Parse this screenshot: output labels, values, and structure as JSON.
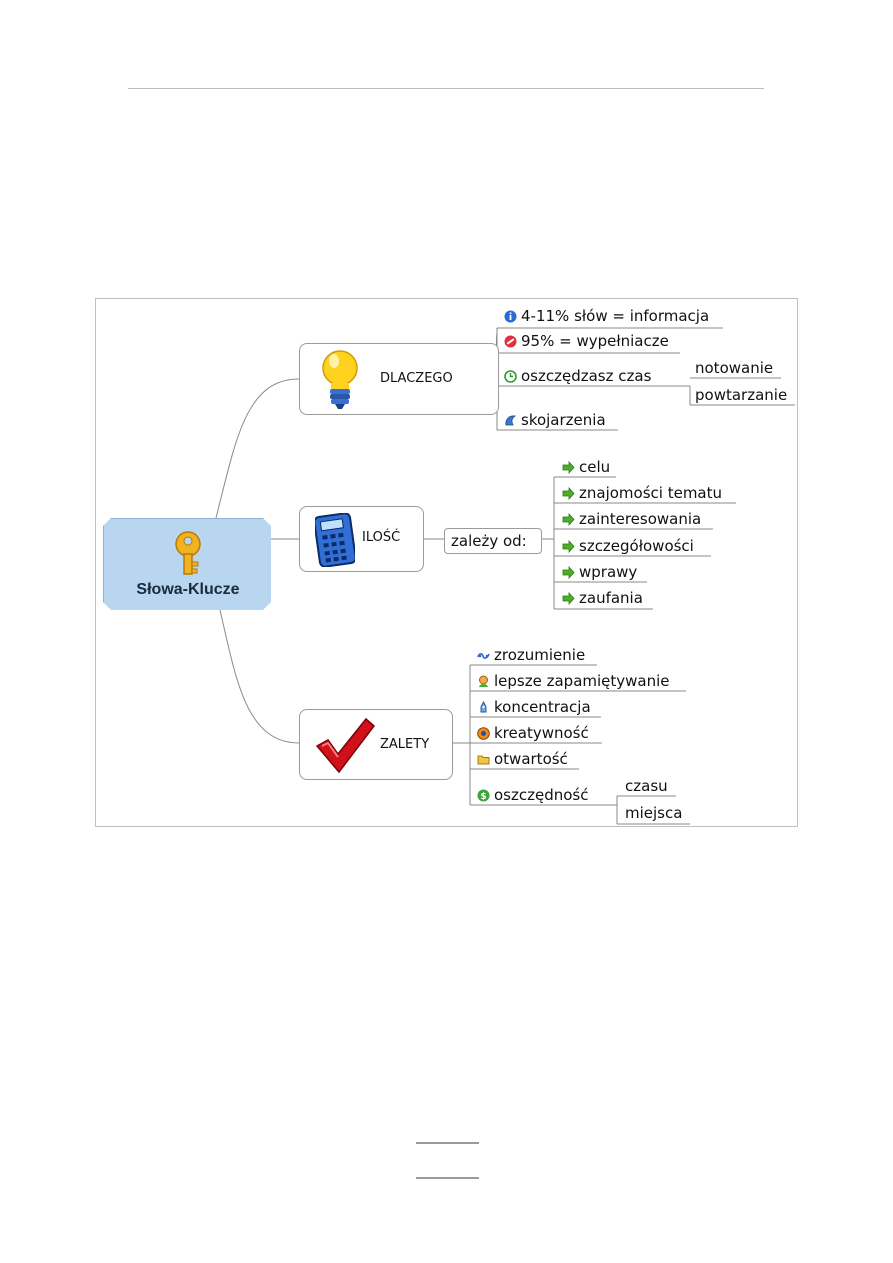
{
  "center": {
    "label": "Słowa-Klucze",
    "icon": "key-icon"
  },
  "branches": {
    "dlaczego": {
      "label": "DLACZEGO",
      "icon": "lightbulb-icon",
      "items": [
        "4-11% słów = informacja",
        "95% = wypełniacze",
        "oszczędzasz czas",
        "skojarzenia"
      ],
      "sub": [
        "notowanie",
        "powtarzanie"
      ]
    },
    "ilosc": {
      "label": "ILOŚĆ",
      "icon": "calculator-icon",
      "connector": "zależy od:",
      "items": [
        "celu",
        "znajomości tematu",
        "zainteresowania",
        "szczegółowości",
        "wprawy",
        "zaufania"
      ]
    },
    "zalety": {
      "label": "ZALETY",
      "icon": "checkmark-icon",
      "items": [
        "zrozumienie",
        "lepsze zapamiętywanie",
        "koncentracja",
        "kreatywność",
        "otwartość",
        "oszczędność"
      ],
      "sub": [
        "czasu",
        "miejsca"
      ]
    }
  },
  "colors": {
    "center_fill": "#b8d6ef",
    "line": "#8a8a8a",
    "arrow": "#4caf2a",
    "check": "#d0101a"
  }
}
